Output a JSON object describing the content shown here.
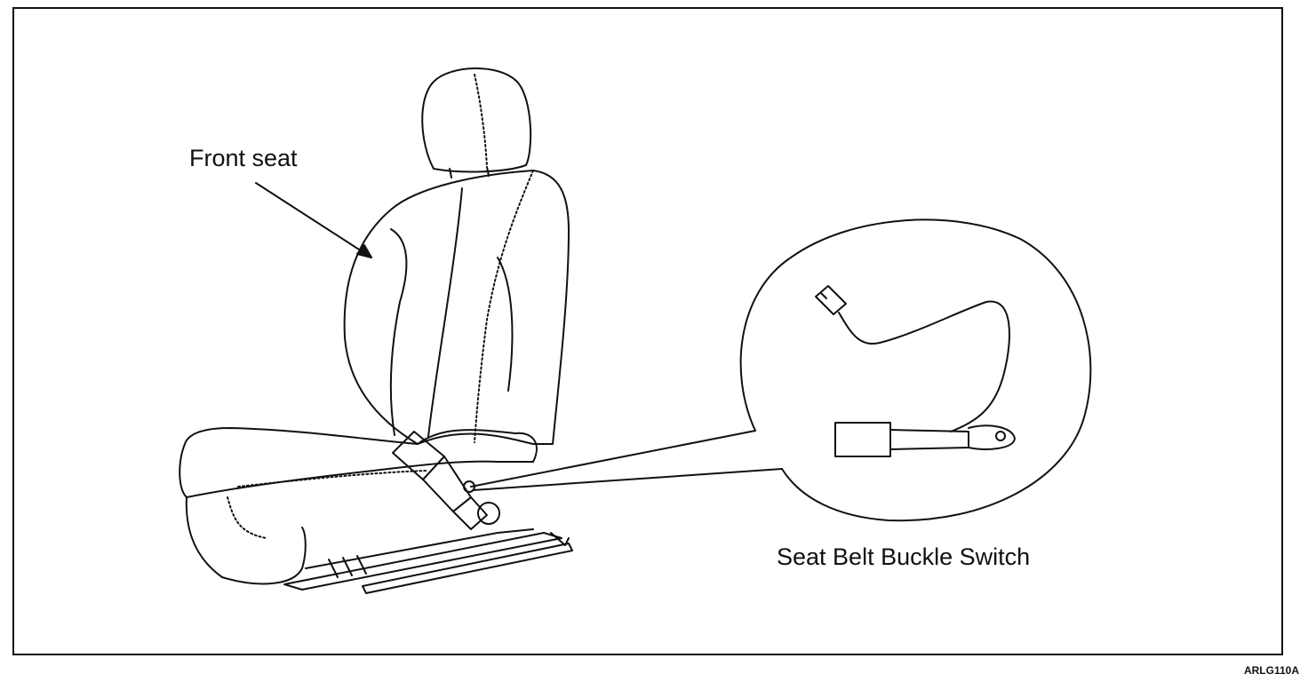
{
  "labels": {
    "front_seat": "Front seat",
    "switch": "Seat Belt Buckle Switch"
  },
  "figure_code": "ARLG110A",
  "colors": {
    "line": "#111111",
    "background": "#ffffff"
  }
}
